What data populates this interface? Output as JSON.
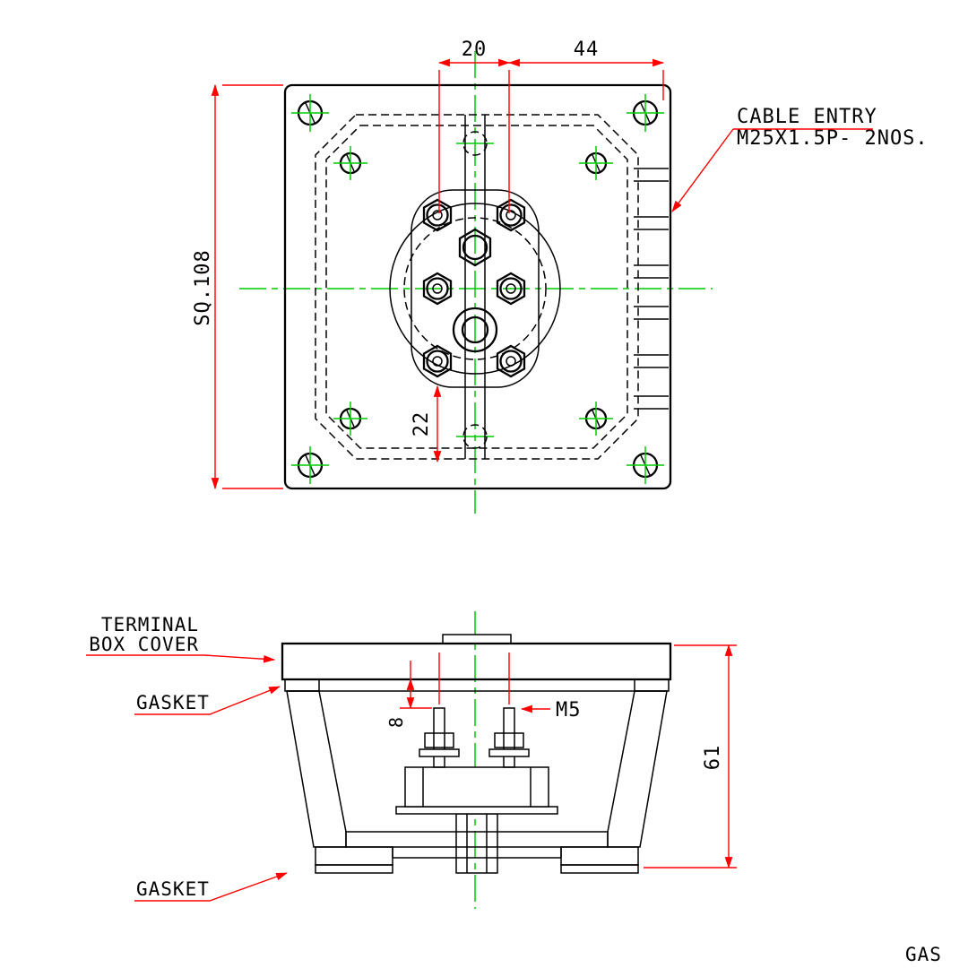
{
  "colors": {
    "line": "#000000",
    "dimension": "#ff0000",
    "centerline": "#00cc00",
    "hatch-cyan": "#3fd6e8",
    "hatch-green": "#00aa00",
    "background": "#ffffff"
  },
  "top_view": {
    "dim_20": "20",
    "dim_44": "44",
    "dim_sq108": "SQ.108",
    "dim_22": "22",
    "cable_entry_line1": "CABLE ENTRY",
    "cable_entry_line2": "M25X1.5P- 2NOS."
  },
  "section_view": {
    "label_cover_line1": "TERMINAL",
    "label_cover_line2": "BOX COVER",
    "label_gasket_top": "GASKET",
    "label_gasket_bottom": "GASKET",
    "dim_8": "8",
    "dim_m5": "M5",
    "dim_61": "61"
  },
  "footer": {
    "partial_text": "GAS"
  }
}
